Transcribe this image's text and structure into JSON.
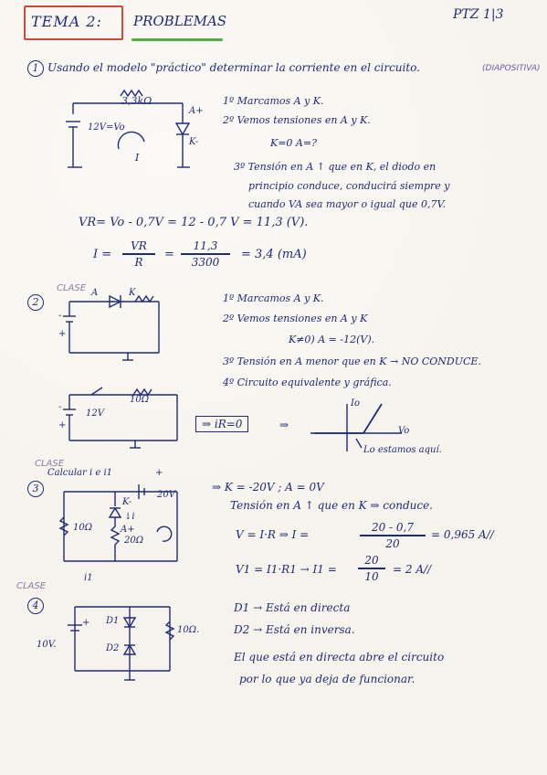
{
  "header": {
    "title": "TEMA 2:",
    "subtitle": "PROBLEMAS",
    "page_code": "PTZ 1|3"
  },
  "p1": {
    "num": "1",
    "statement": "Usando el modelo \"práctico\" determinar la corriente en el circuito.",
    "note": "(DIAPOSITIVA)",
    "circuit": {
      "res": "3,3kΩ",
      "vsrc": "12V=Vo",
      "a": "A+",
      "k": "K-",
      "loop": "I"
    },
    "steps": [
      "1º Marcamos A y K.",
      "2º Vemos tensiones en A y K.",
      "K=0      A=?",
      "3º Tensión en A ↑ que en K, el diodo en",
      "principio conduce, conducirá siempre y",
      "cuando VA sea mayor o igual que 0,7V."
    ],
    "eq1": "VR= Vo - 0,7V =   12 - 0,7 V = 11,3 (V).",
    "eq2_lhs": "I =",
    "eq2_num1": "VR",
    "eq2_den1": "R",
    "eq2_mid": "=",
    "eq2_num2": "11,3",
    "eq2_den2": "3300",
    "eq2_rhs": "= 3,4 (mA)"
  },
  "p2": {
    "num": "2",
    "clase": "CLASE",
    "circuit": {
      "a": "A",
      "k": "K",
      "minus": "-",
      "plus": "+"
    },
    "steps": [
      "1º Marcamos A y K.",
      "2º Vemos tensiones en A y K",
      "K≠0)   A = -12(V).",
      "3º Tensión en A menor que en K → NO CONDUCE.",
      "4º Circuito equivalente y gráfica."
    ],
    "eq_circuit": {
      "res": "10Ω",
      "vsrc": "12V",
      "minus": "-",
      "plus": "+"
    },
    "result": "⇒ iR=0",
    "arrow": "⇒",
    "graph": {
      "y": "Io",
      "x": "Vo",
      "note": "Lo estamos aquí."
    }
  },
  "p3": {
    "num": "3",
    "clase": "CLASE",
    "label": "Calcular i e i1",
    "circuit": {
      "v": "20V",
      "k": "K-",
      "i": "↓i",
      "a": "A+",
      "r1": "10Ω",
      "r2": "20Ω",
      "i1": "i1",
      "plus": "+"
    },
    "lines": [
      "⇒ K = -20V ; A = 0V",
      "Tensión en A ↑ que en K ⇒ conduce."
    ],
    "eq1_lhs": "V = I·R ⇒ I =",
    "eq1_num": "20 - 0,7",
    "eq1_den": "20",
    "eq1_rhs": "= 0,965 A//",
    "eq2_lhs": "V1 = I1·R1 →   I1 =",
    "eq2_num": "20",
    "eq2_den": "10",
    "eq2_rhs": "= 2 A//"
  },
  "p4": {
    "num": "4",
    "clase": "CLASE",
    "circuit": {
      "v": "10V.",
      "d1": "D1",
      "d2": "D2",
      "r": "10Ω.",
      "plus": "+"
    },
    "lines": [
      "D1 → Está en directa",
      "D2 → Está en inversa.",
      "El que está en directa abre el circuito",
      "por lo que ya deja de funcionar."
    ]
  }
}
